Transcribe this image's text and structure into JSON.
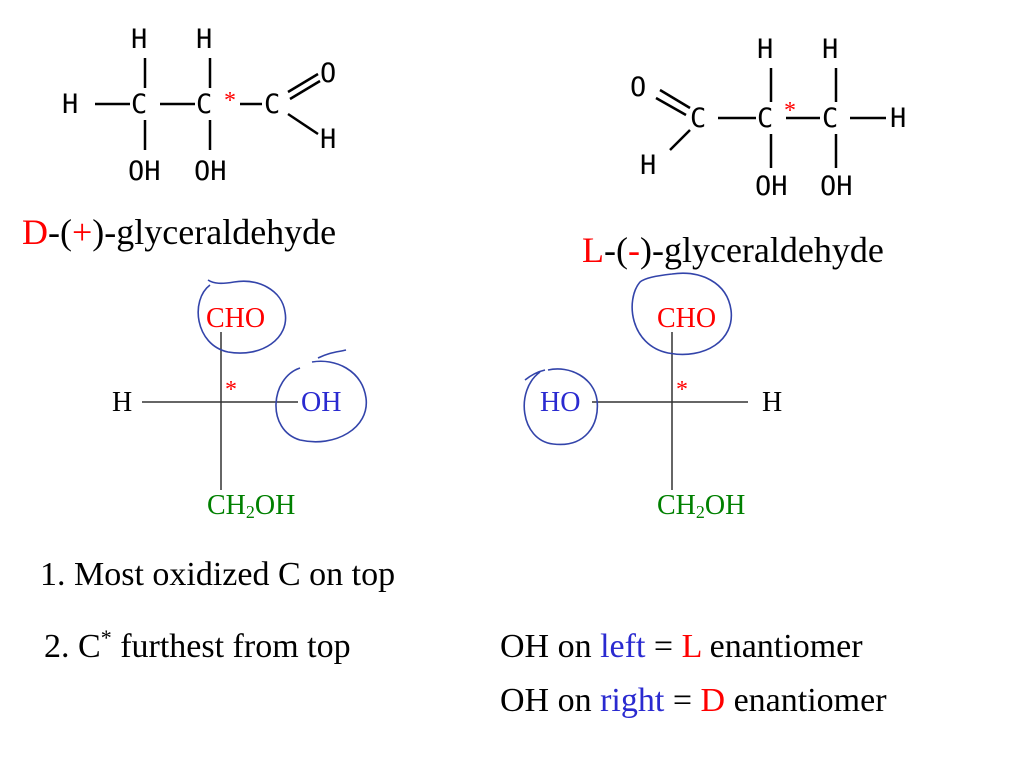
{
  "structures": {
    "d_skeletal": {
      "top_h1": "H",
      "top_h2": "H",
      "left_h": "H",
      "c1": "C",
      "c2": "C",
      "c3": "C",
      "star": "*",
      "o": "O",
      "ald_h": "H",
      "oh1": "OH",
      "oh2": "OH"
    },
    "l_skeletal": {
      "top_h1": "H",
      "top_h2": "H",
      "right_h": "H",
      "c1": "C",
      "c2": "C",
      "c3": "C",
      "star": "*",
      "o": "O",
      "ald_h": "H",
      "oh1": "OH",
      "oh2": "OH"
    }
  },
  "names": {
    "d_name": {
      "prefix": "D",
      "d1": "-(",
      "sign": "+",
      "rest": ")-glyceraldehyde"
    },
    "l_name": {
      "prefix": "L",
      "d1": "-(",
      "sign": "-",
      "rest": ")-glyceraldehyde"
    }
  },
  "fischer": {
    "d": {
      "top": "CHO",
      "left": "H",
      "right": "OH",
      "star": "*",
      "bottom_a": "CH",
      "bottom_sub": "2",
      "bottom_b": "OH"
    },
    "l": {
      "top": "CHO",
      "left": "HO",
      "right": "H",
      "star": "*",
      "bottom_a": "CH",
      "bottom_sub": "2",
      "bottom_b": "OH"
    }
  },
  "rules": {
    "rule1": "1.  Most oxidized C on top",
    "rule2_num": "2.  C",
    "rule2_star": "*",
    "rule2_rest": " furthest from top",
    "line_a": {
      "p1": "OH on ",
      "dir": "left",
      "p2": " = ",
      "enant": "L",
      "p3": " enantiomer"
    },
    "line_b": {
      "p1": "OH on ",
      "dir": "right",
      "p2": " = ",
      "enant": "D",
      "p3": " enantiomer"
    }
  },
  "colors": {
    "red": "#ff0000",
    "blue": "#2a2ad0",
    "green": "#008000",
    "ink": "#3344aa"
  }
}
